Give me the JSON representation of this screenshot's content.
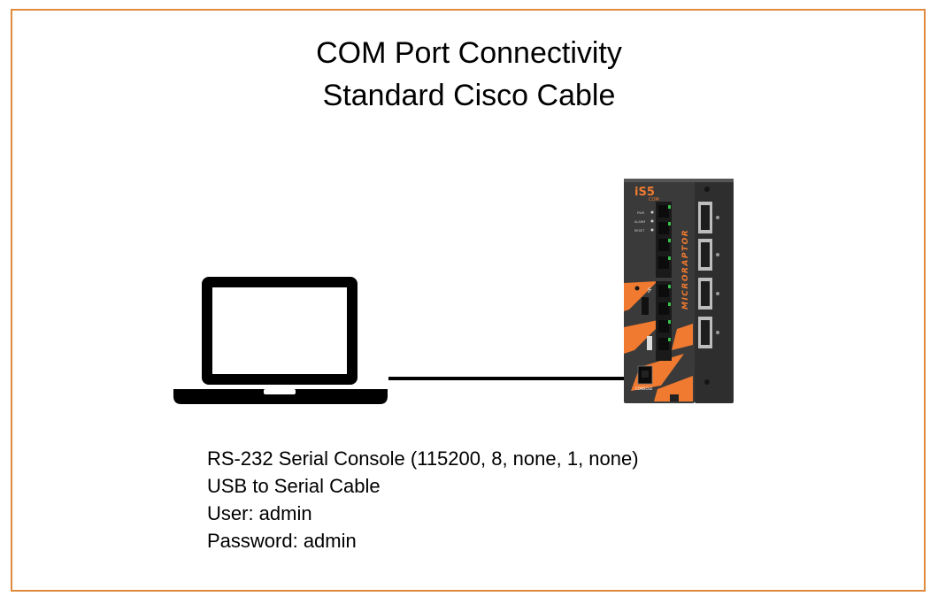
{
  "title": {
    "line1": "COM Port Connectivity",
    "line2": "Standard Cisco Cable"
  },
  "colors": {
    "frame_border": "#e08a3c",
    "device_body": "#3a3a3a",
    "device_accent": "#f07a30",
    "cable": "#000000"
  },
  "device": {
    "brand": "iS5",
    "brand_sub": "COM",
    "model": "MICRORAPTOR",
    "port_label": "CONSOLE",
    "status_leds": [
      "PWR",
      "ALARM",
      "RESET"
    ]
  },
  "info": {
    "line1": "RS-232 Serial Console (115200, 8, none, 1, none)",
    "line2": "USB to Serial Cable",
    "line3": "User: admin",
    "line4": "Password: admin"
  },
  "icons": {
    "laptop": "laptop-icon",
    "device": "microraptor-switch-image",
    "usb": "usb-icon"
  }
}
